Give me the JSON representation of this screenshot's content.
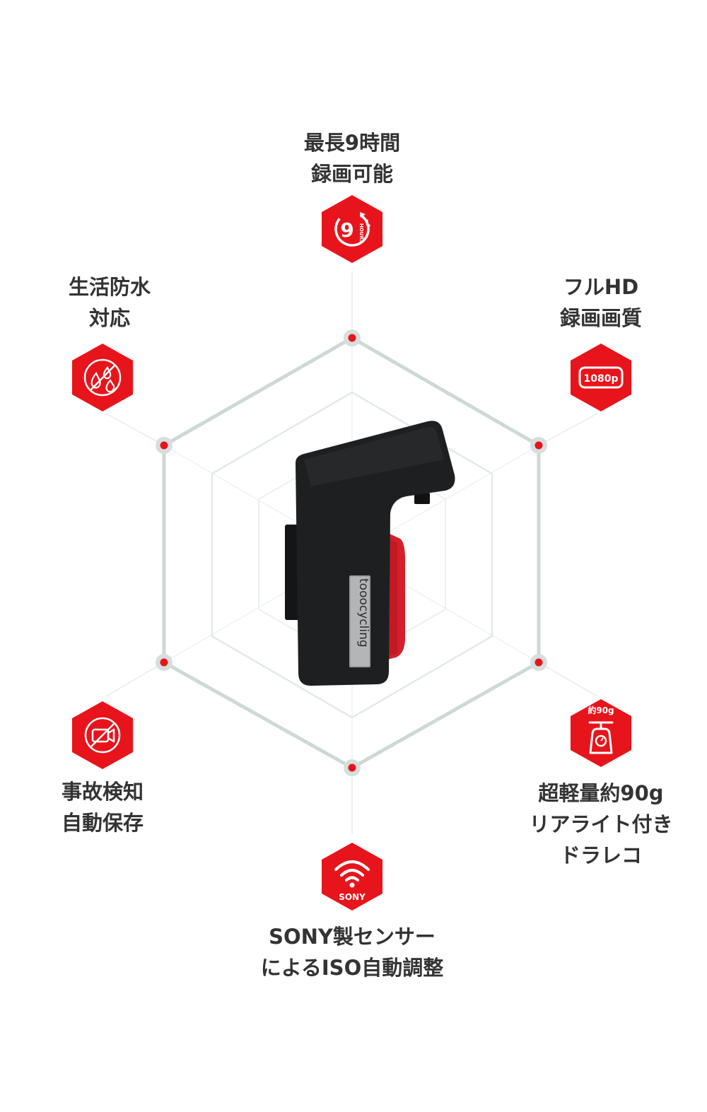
{
  "colors": {
    "accent_red": "#e8141b",
    "hex_line": "#cdd8d7",
    "inner_line": "#e3e9e8",
    "label_text": "#333333",
    "device_body": "#1e1f21",
    "device_tail": "#d4202a"
  },
  "device": {
    "brand_plate": "tooocycling"
  },
  "features": [
    {
      "id": "recording-time",
      "lines": [
        "最長9時間",
        "録画可能"
      ],
      "icon": "9-hours-clock-icon",
      "icon_text": {
        "number": "9",
        "word": "HOURS"
      }
    },
    {
      "id": "full-hd",
      "lines": [
        "フルHD",
        "録画画質"
      ],
      "icon": "1080p-resolution-icon",
      "icon_text": {
        "label": "1080p"
      }
    },
    {
      "id": "lightweight",
      "lines": [
        "超軽量約90g",
        "リアライト付き",
        "ドラレコ"
      ],
      "icon": "weight-scale-icon",
      "icon_text": {
        "label": "約90g"
      }
    },
    {
      "id": "sony-sensor",
      "lines": [
        "SONY製センサー",
        "によるISO自動調整"
      ],
      "icon": "sony-wifi-sensor-icon",
      "icon_text": {
        "label": "SONY"
      }
    },
    {
      "id": "auto-save",
      "lines": [
        "事故検知",
        "自動保存"
      ],
      "icon": "camera-off-icon"
    },
    {
      "id": "waterproof",
      "lines": [
        "生活防水",
        "対応"
      ],
      "icon": "water-drops-icon"
    }
  ]
}
